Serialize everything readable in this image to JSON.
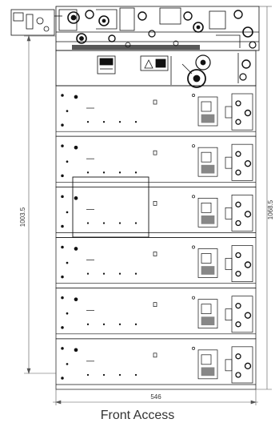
{
  "diagram": {
    "caption": "Front Access",
    "dimensions": {
      "width": "546",
      "height_left": "1003.5",
      "height_right": "1068.5"
    },
    "module_count": 6,
    "colors": {
      "line": "#111111",
      "dim_line": "#555555",
      "caption": "#333333"
    }
  }
}
